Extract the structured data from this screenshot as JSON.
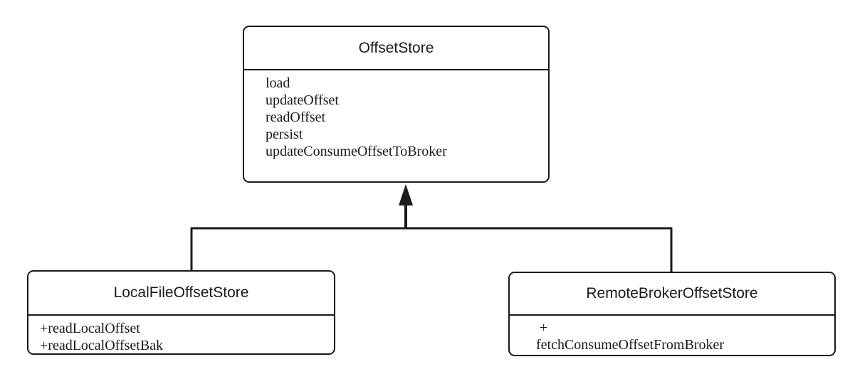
{
  "diagram": {
    "parent": {
      "name": "OffsetStore",
      "members": [
        "load",
        "updateOffset",
        "readOffset",
        "persist",
        "updateConsumeOffsetToBroker"
      ]
    },
    "children": [
      {
        "name": "LocalFileOffsetStore",
        "members": [
          "+readLocalOffset",
          "+readLocalOffsetBak"
        ]
      },
      {
        "name": "RemoteBrokerOffsetStore",
        "members": [
          "+",
          "fetchConsumeOffsetFromBroker"
        ]
      }
    ],
    "relationship": "inheritance"
  }
}
